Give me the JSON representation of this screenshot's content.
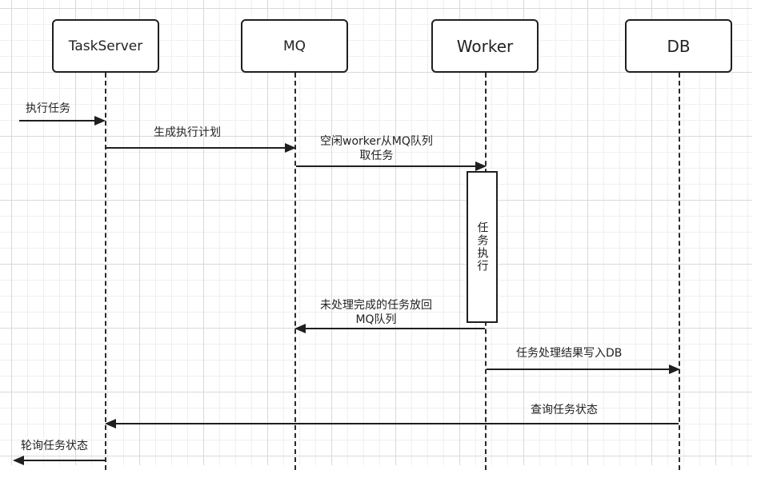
{
  "participants": [
    {
      "id": "taskserver",
      "label": "TaskServer"
    },
    {
      "id": "mq",
      "label": "MQ"
    },
    {
      "id": "worker",
      "label": "Worker"
    },
    {
      "id": "db",
      "label": "DB"
    }
  ],
  "activation": {
    "label": "任务执行"
  },
  "messages": {
    "m1": "执行任务",
    "m2": "生成执行计划",
    "m3_line1": "空闲worker从MQ队列",
    "m3_line2": "取任务",
    "m4_line1": "未处理完成的任务放回",
    "m4_line2": "MQ队列",
    "m5": "任务处理结果写入DB",
    "m6": "查询任务状态",
    "m7": "轮询任务状态"
  }
}
